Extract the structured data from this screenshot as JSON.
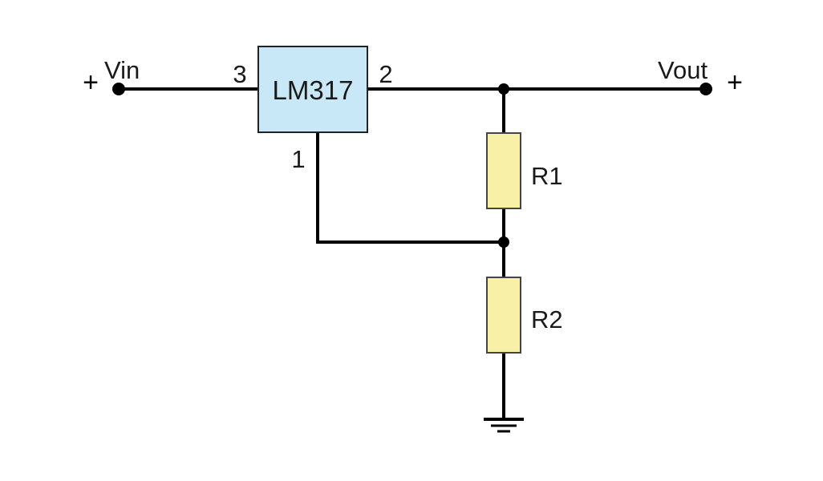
{
  "regulator": {
    "name": "LM317",
    "pin_in": "3",
    "pin_out": "2",
    "pin_adj": "1",
    "fill_color": "#c9e8f7",
    "border_color": "#222222"
  },
  "input": {
    "label": "Vin",
    "polarity": "+"
  },
  "output": {
    "label": "Vout",
    "polarity": "+"
  },
  "resistors": [
    {
      "label": "R1"
    },
    {
      "label": "R2"
    }
  ],
  "colors": {
    "resistor_fill": "#f7f0a6",
    "resistor_border": "#444444",
    "wire": "#000000"
  }
}
